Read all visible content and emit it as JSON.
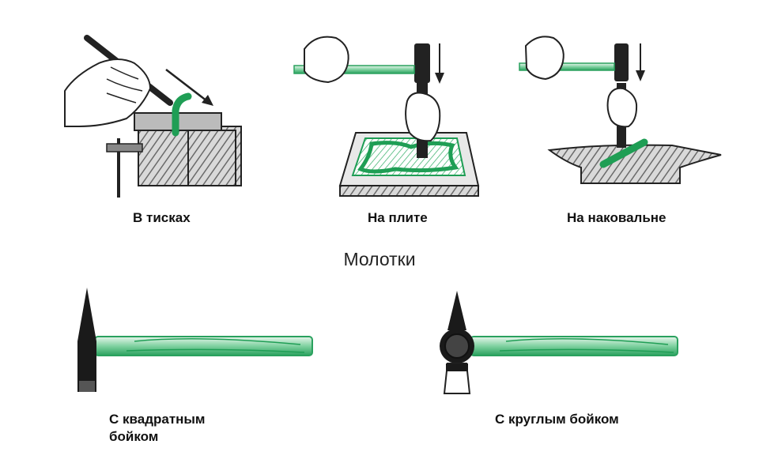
{
  "captions": {
    "vise": "В тисках",
    "plate": "На плите",
    "anvil": "На наковальне"
  },
  "section_title": "Молотки",
  "hammers": {
    "square": {
      "line1": "С квадратным",
      "line2": "бойком"
    },
    "round": "С круглым бойком"
  },
  "colors": {
    "green": "#1f9e55",
    "light_green": "#5ec98a",
    "dark": "#1a1a1a",
    "gray": "#6e6e6e",
    "light_gray": "#cfcfcf"
  }
}
